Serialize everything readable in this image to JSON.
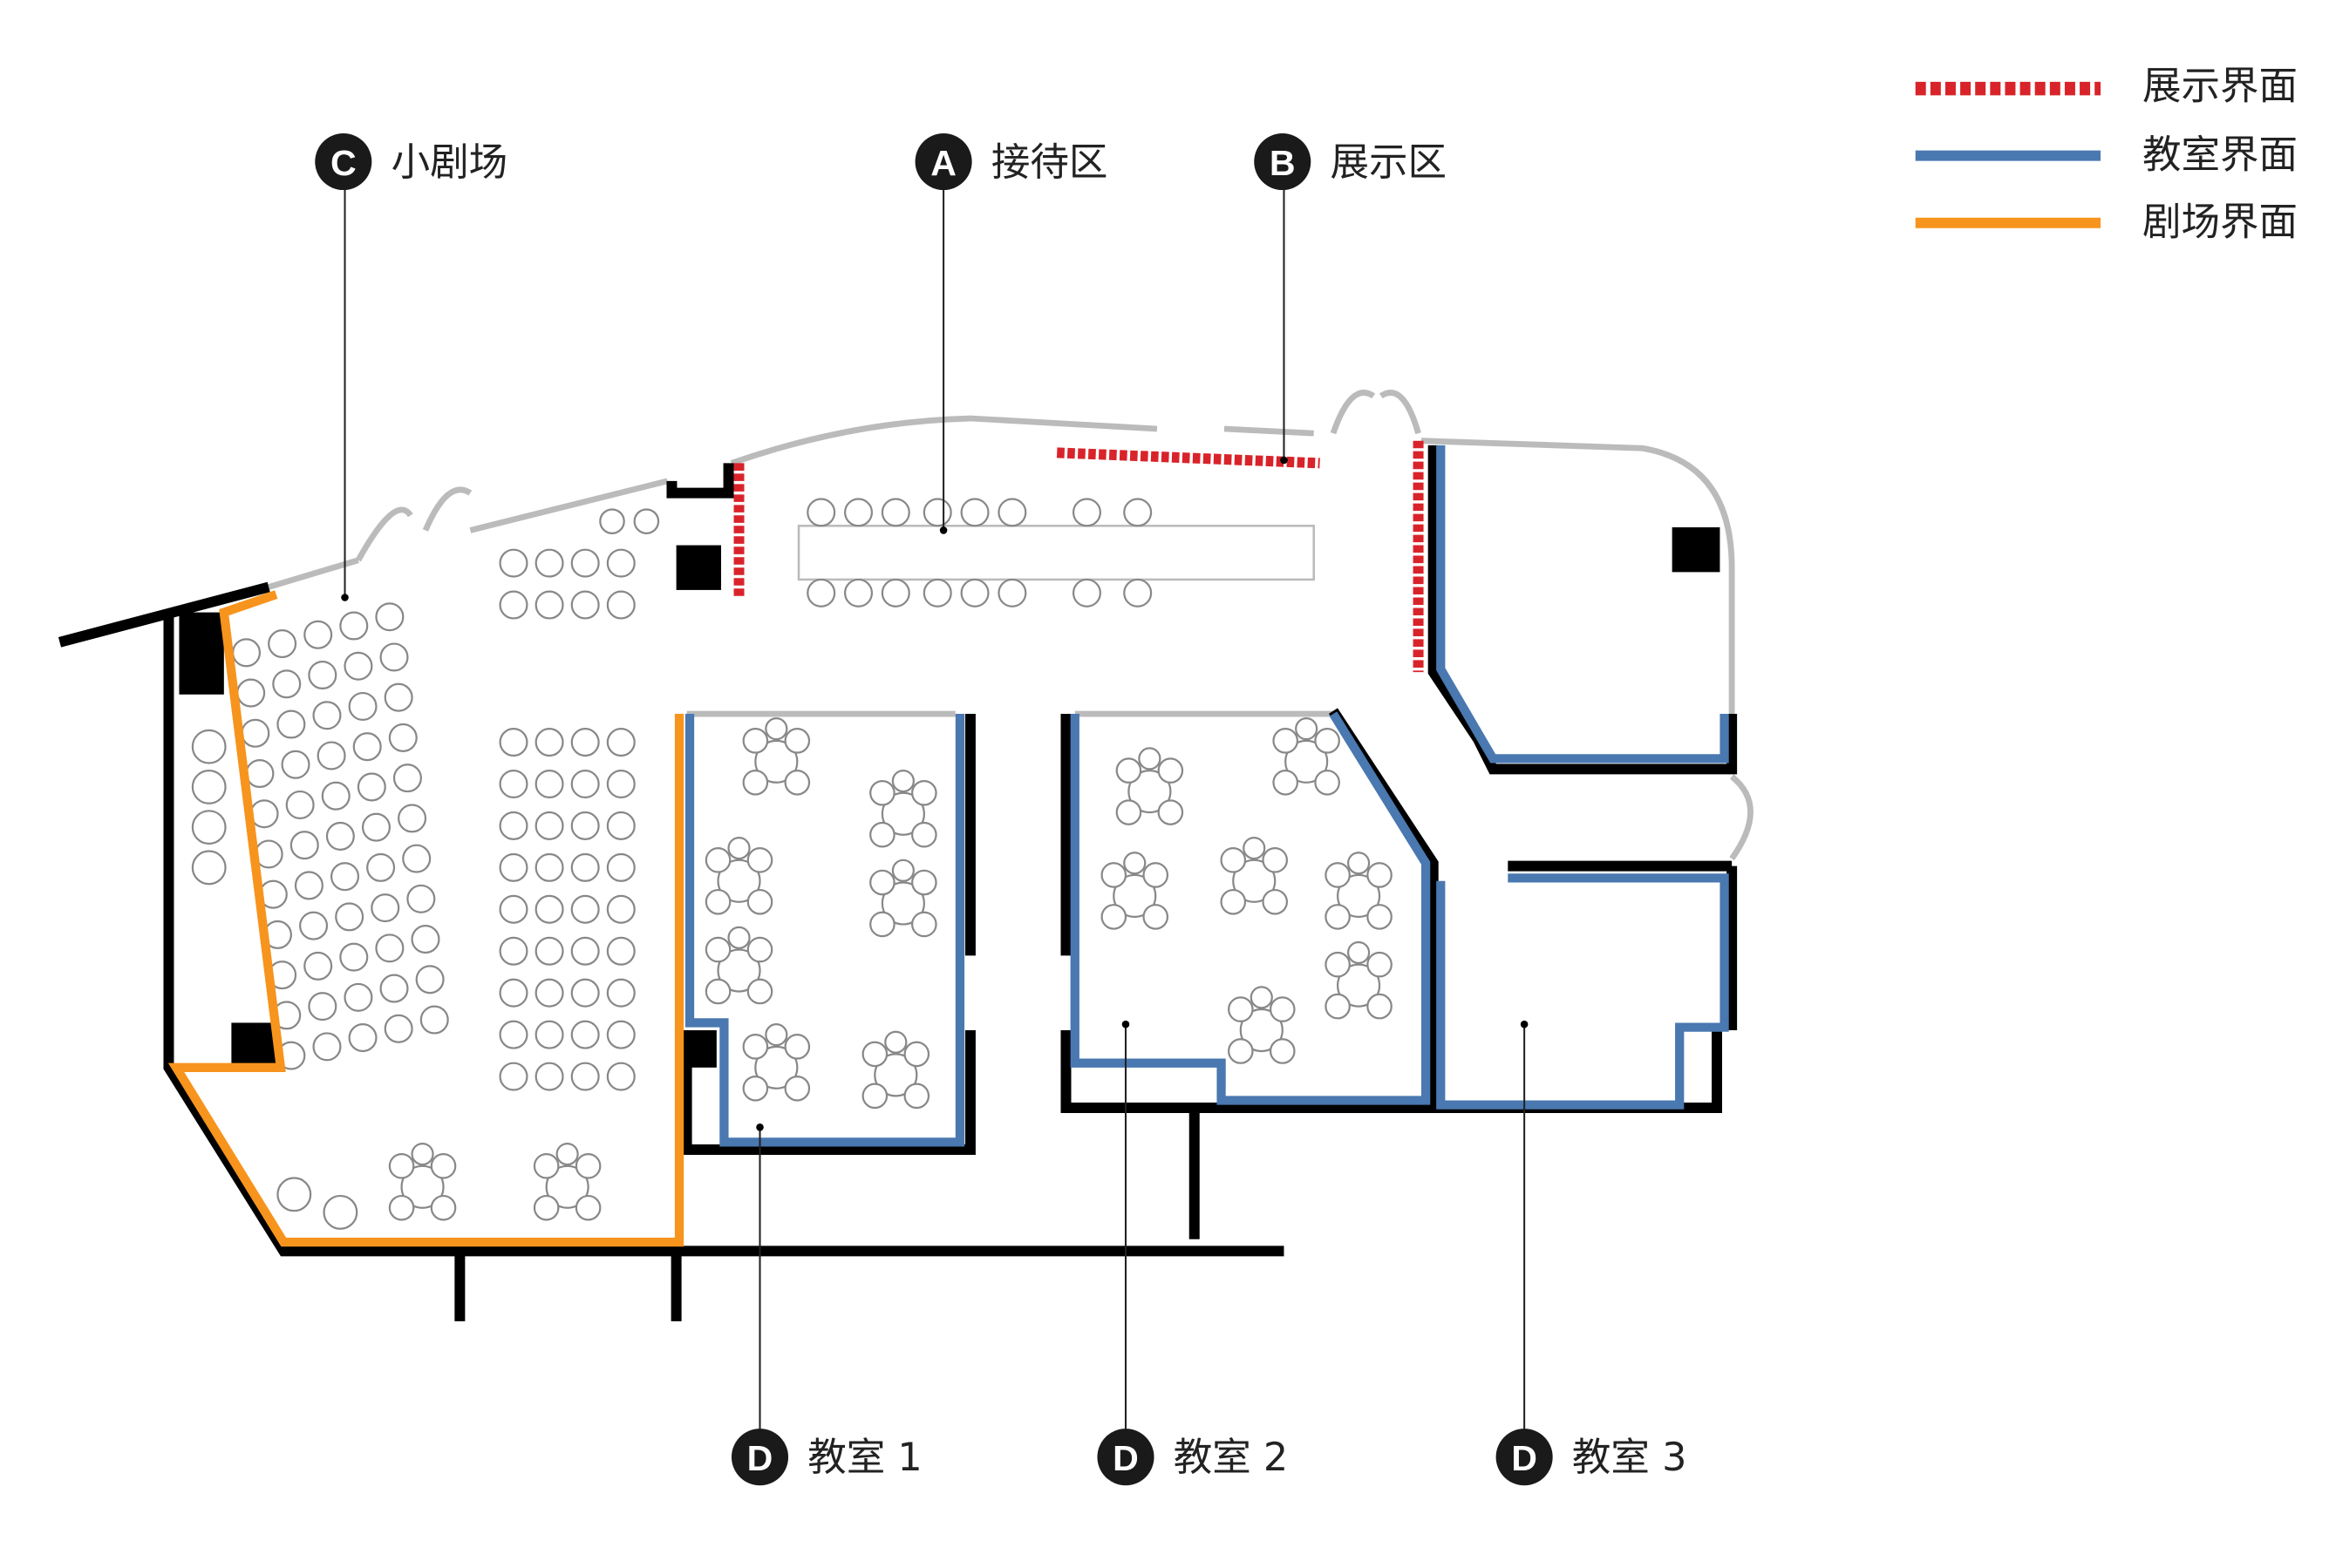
{
  "legend": [
    {
      "label": "展示界面",
      "color": "#d9232a",
      "style": "dashed"
    },
    {
      "label": "教室界面",
      "color": "#4a78b0",
      "style": "solid"
    },
    {
      "label": "剧场界面",
      "color": "#f7941d",
      "style": "solid"
    }
  ],
  "zones": {
    "c": {
      "marker": "C",
      "label": "小剧场"
    },
    "a": {
      "marker": "A",
      "label": "接待区"
    },
    "b": {
      "marker": "B",
      "label": "展示区"
    },
    "d1": {
      "marker": "D",
      "label": "教室 1"
    },
    "d2": {
      "marker": "D",
      "label": "教室 2"
    },
    "d3": {
      "marker": "D",
      "label": "教室 3"
    }
  }
}
